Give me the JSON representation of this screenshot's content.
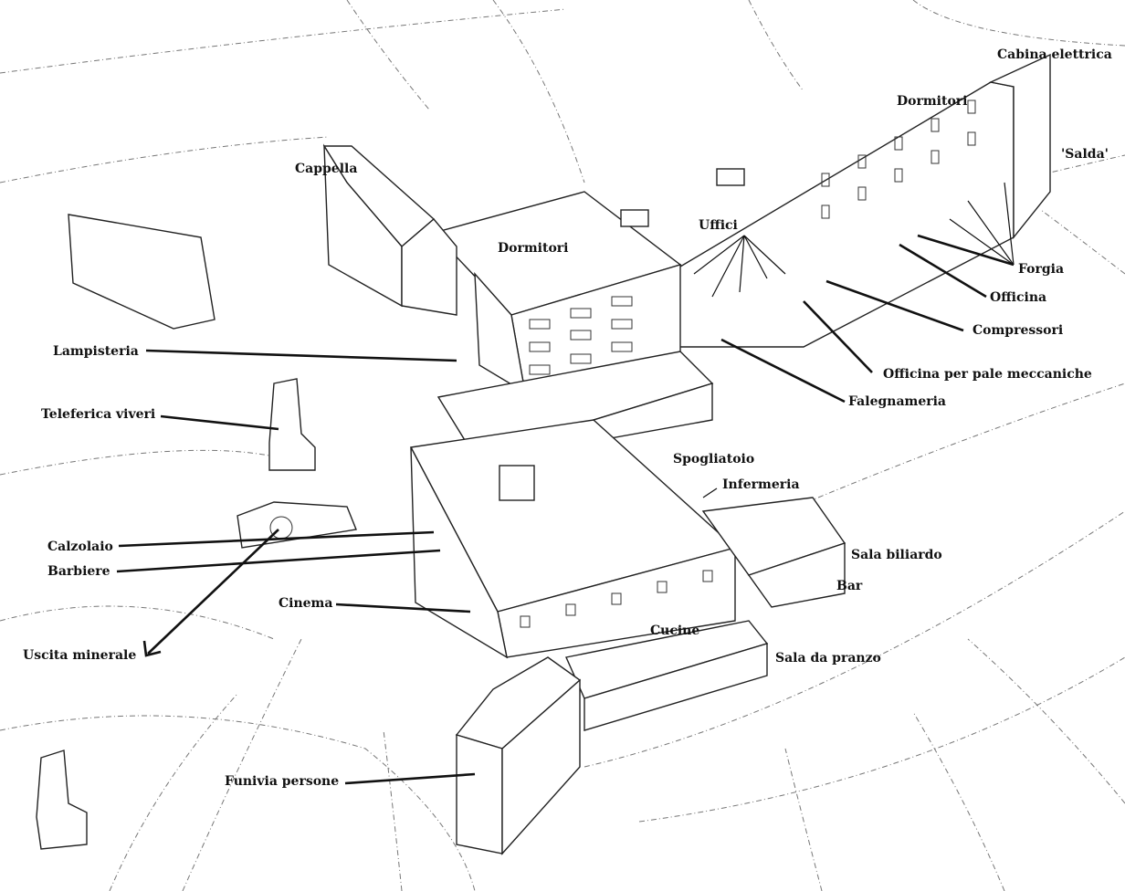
{
  "title": "Mine village annotated sketch",
  "labels": {
    "cabina_elettrica": "Cabina elettrica",
    "dormitori_1": "Dormitori",
    "salda": "'Salda'",
    "cappella": "Cappella",
    "uffici": "Uffici",
    "dormitori_2": "Dormitori",
    "forgia": "Forgia",
    "officina": "Officina",
    "compressori": "Compressori",
    "officina_pale": "Officina per pale meccaniche",
    "falegnameria": "Falegnameria",
    "lampisteria": "Lampisteria",
    "teleferica_viveri": "Teleferica viveri",
    "spogliatoio": "Spogliatoio",
    "infermeria": "Infermeria",
    "sala_biliardo": "Sala biliardo",
    "bar": "Bar",
    "calzolaio": "Calzolaio",
    "barbiere": "Barbiere",
    "cinema": "Cinema",
    "cucine": "Cucine",
    "sala_da_pranzo": "Sala da pranzo",
    "uscita_minerale": "Uscita minerale",
    "funivia_persone": "Funivia persone"
  }
}
